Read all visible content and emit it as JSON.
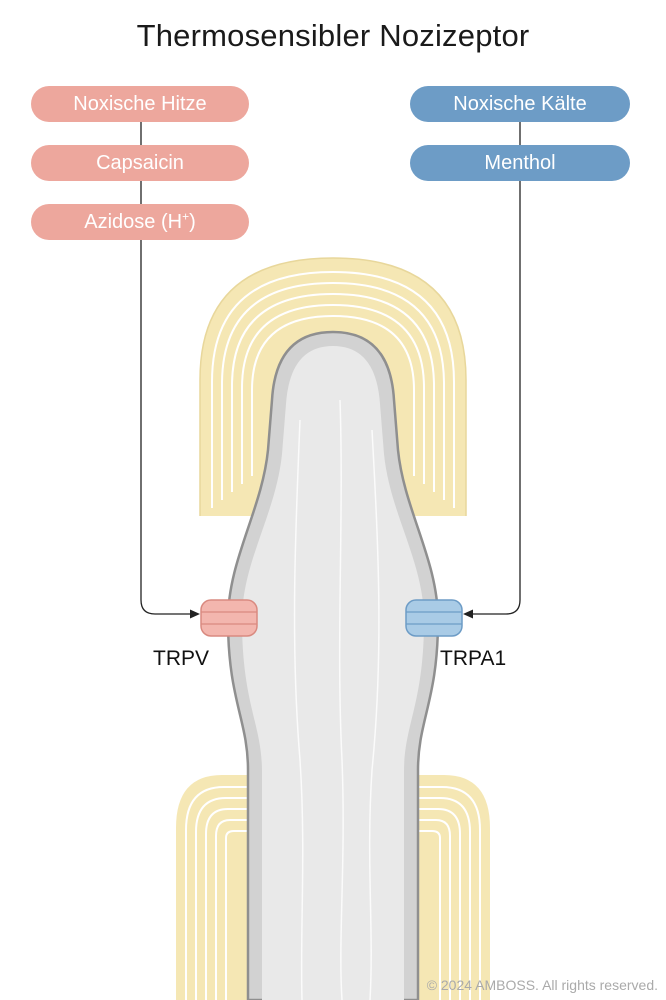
{
  "title": "Thermosensibler Nozizeptor",
  "stimuli": {
    "heat": [
      {
        "label": "Noxische Hitze"
      },
      {
        "label": "Capsaicin"
      },
      {
        "label": "Azidose (H",
        "sup": "+",
        "suffix": ")"
      }
    ],
    "cold": [
      {
        "label": "Noxische Kälte"
      },
      {
        "label": "Menthol"
      }
    ]
  },
  "channels": {
    "left": "TRPV",
    "right": "TRPA1"
  },
  "colors": {
    "heat": "#eda79d",
    "cold": "#6d9cc6",
    "myelin": "#f5e7b4",
    "axon": "#e6e6e6",
    "axon_outline": "#8f8f8f"
  },
  "copyright": "© 2024 AMBOSS. All rights reserved."
}
